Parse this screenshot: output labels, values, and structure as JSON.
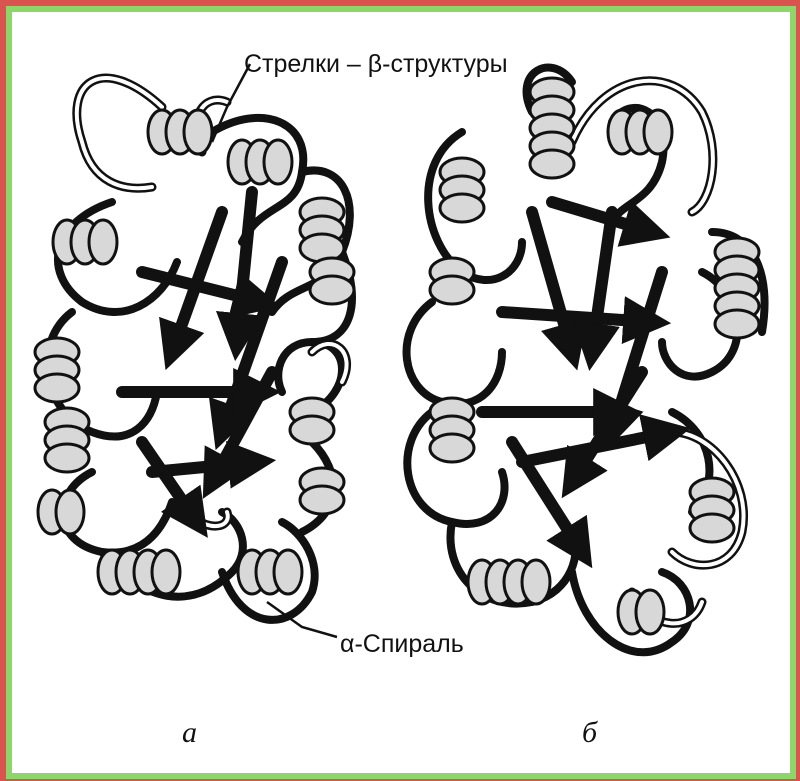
{
  "labels": {
    "beta_strands": "Стрелки – β-структуры",
    "alpha_helix": "α-Спираль",
    "panel_a": "а",
    "panel_b": "б"
  },
  "colors": {
    "outer_background": "#d9534f",
    "frame_border": "#8ed66a",
    "canvas": "#ffffff",
    "ink": "#111111",
    "helix_fill": "#d8d8d8"
  }
}
